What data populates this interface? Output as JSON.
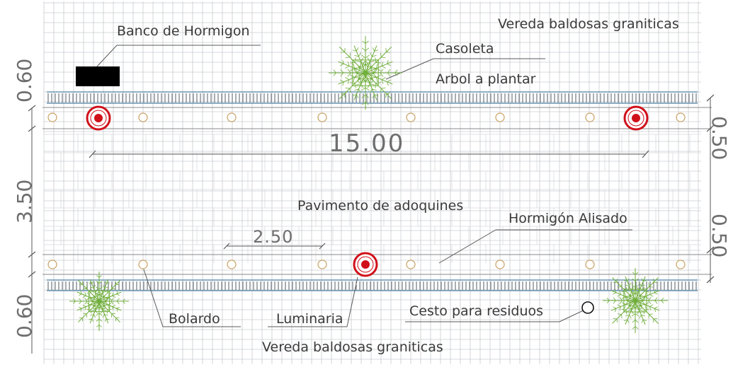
{
  "labels": {
    "banco": "Banco de Hormigon",
    "vereda_top": "Vereda baldosas graniticas",
    "casoleta": "Casoleta",
    "arbol": "Arbol a plantar",
    "pavimento": "Pavimento de adoquines",
    "hormigon": "Hormigón Alisado",
    "bolardo": "Bolardo",
    "luminaria": "Luminaria",
    "cesto": "Cesto para residuos",
    "vereda_bottom": "Vereda baldosas graniticas"
  },
  "dimensions": {
    "top_sidewalk": "0.60",
    "road": "3.50",
    "bottom_sidewalk": "0.60",
    "right_top": "0.50",
    "right_bottom": "0.50",
    "length": "15.00",
    "spacing": "2.50"
  },
  "colors": {
    "grid": "#c9cbd0",
    "line": "#8a8a8a",
    "curb": "#4a7fa3",
    "lamp": "#d0101a",
    "bollard": "#c8a062",
    "tree": "#6fae3a",
    "bench": "#000000"
  }
}
